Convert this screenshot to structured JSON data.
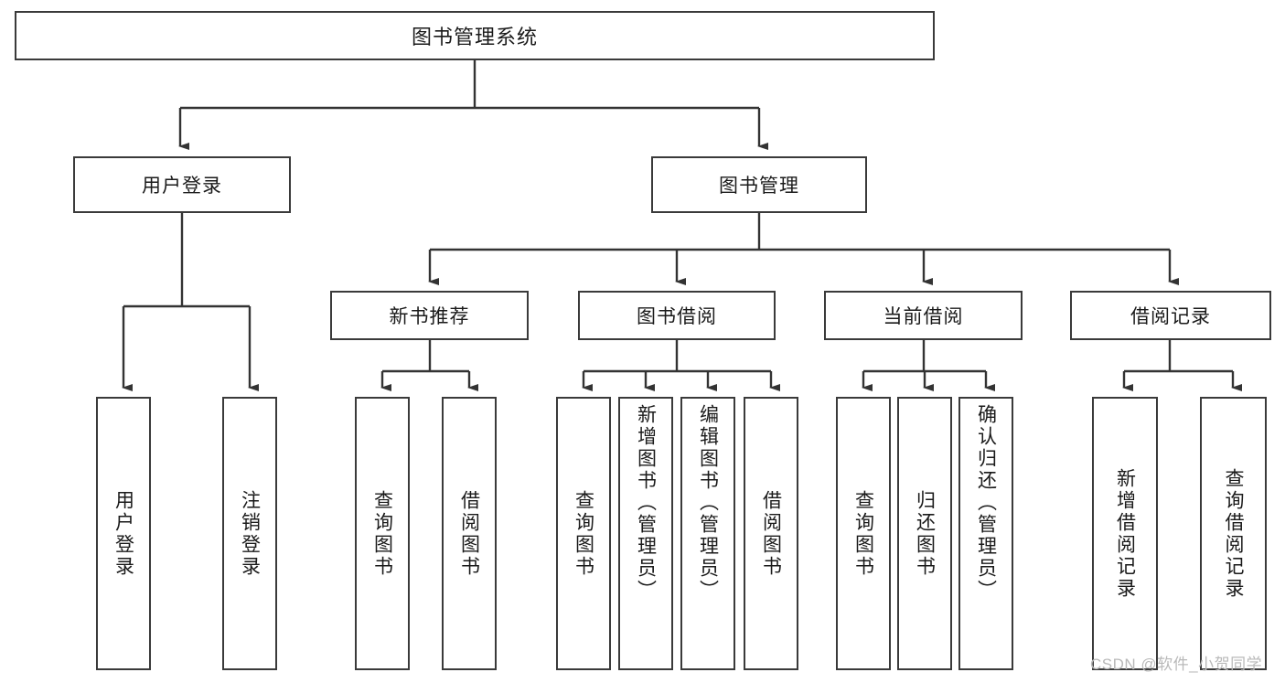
{
  "diagram": {
    "type": "tree",
    "title": "图书管理系统",
    "root": {
      "label": "图书管理系统"
    },
    "level2": [
      {
        "label": "用户登录"
      },
      {
        "label": "图书管理"
      }
    ],
    "level3": [
      {
        "label": "新书推荐"
      },
      {
        "label": "图书借阅"
      },
      {
        "label": "当前借阅"
      },
      {
        "label": "借阅记录"
      }
    ],
    "leaves": {
      "user_login": [
        {
          "label": "用户登录"
        },
        {
          "label": "注销登录"
        }
      ],
      "new_book_recommend": [
        {
          "label": "查询图书"
        },
        {
          "label": "借阅图书"
        }
      ],
      "book_borrow": [
        {
          "label": "查询图书"
        },
        {
          "label": "新增图书（管理员）"
        },
        {
          "label": "编辑图书（管理员）"
        },
        {
          "label": "借阅图书"
        }
      ],
      "current_borrow": [
        {
          "label": "查询图书"
        },
        {
          "label": "归还图书"
        },
        {
          "label": "确认归还（管理员）"
        }
      ],
      "borrow_record": [
        {
          "label": "新增借阅记录"
        },
        {
          "label": "查询借阅记录"
        }
      ]
    }
  },
  "watermark": {
    "text": "CSDN @软件_小贺同学"
  },
  "colors": {
    "border": "#3a3a3a",
    "line": "#333333",
    "text": "#1a1a1a",
    "background": "#ffffff",
    "watermark": "#b9b9b9"
  }
}
